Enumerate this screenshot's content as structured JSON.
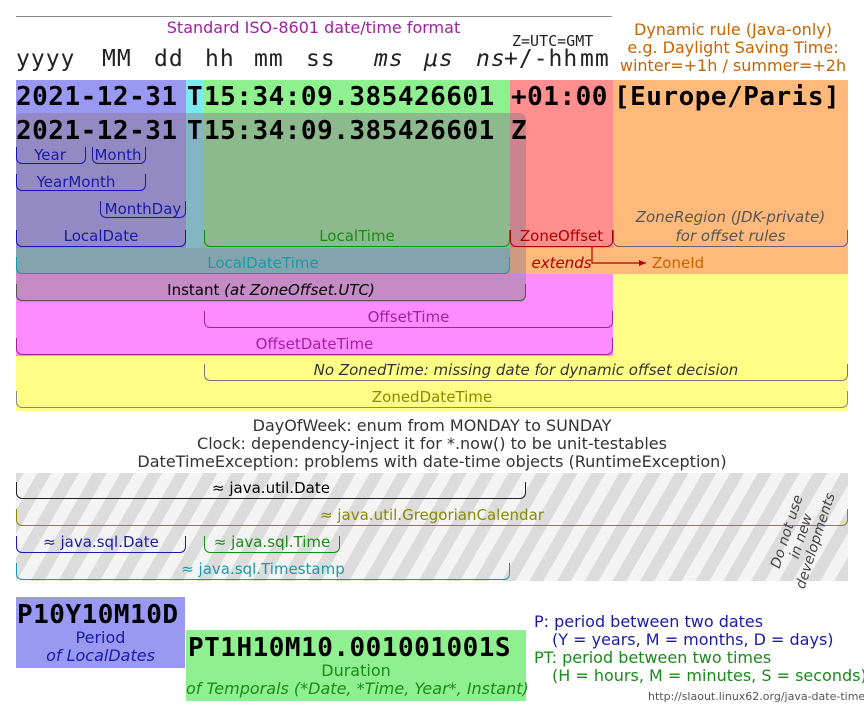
{
  "header": {
    "iso_title": "Standard ISO-8601 date/time format",
    "zone_note": "Z=UTC=GMT",
    "dynamic_rule_line1": "Dynamic rule (Java-only)",
    "dynamic_rule_line2": "e.g. Daylight Saving Time:",
    "dynamic_rule_line3": "winter=+1h  / summer=+2h"
  },
  "format": {
    "yyyy": "yyyy",
    "MM": "MM",
    "dd": "dd",
    "hh": "hh",
    "mm": "mm",
    "ss": "ss",
    "ms": "ms",
    "us": "μs",
    "ns": "ns",
    "sign_hh": "+/-hh",
    "off_mm": "mm"
  },
  "examples": {
    "row1_date": "2021-12-31",
    "row1_t": "T",
    "row1_time": "15:34:09.385426601",
    "row1_offset": "+01:00",
    "row1_zone": "[Europe/Paris]",
    "row2_date": "2021-12-31",
    "row2_t": "T",
    "row2_time": "15:34:09.385426601",
    "row2_z": "Z"
  },
  "classes": {
    "year": "Year",
    "month": "Month",
    "year_month": "YearMonth",
    "month_day": "MonthDay",
    "local_date": "LocalDate",
    "local_time": "LocalTime",
    "zone_offset": "ZoneOffset",
    "zone_region_line1": "ZoneRegion (JDK-private)",
    "zone_region_line2": "for offset rules",
    "local_date_time": "LocalDateTime",
    "extends": "extends",
    "zone_id": "ZoneId",
    "instant_main": "Instant ",
    "instant_note": "(at ZoneOffset.UTC)",
    "offset_time": "OffsetTime",
    "offset_date_time": "OffsetDateTime",
    "no_zoned_time": "No ZonedTime: missing date for dynamic offset decision",
    "zoned_date_time": "ZonedDateTime"
  },
  "notes": {
    "day_of_week": "DayOfWeek: enum from MONDAY to SUNDAY",
    "clock": "Clock: dependency-inject it for *.now() to be unit-testables",
    "exception": "DateTimeException: problems with date-time objects (RuntimeException)"
  },
  "legacy": {
    "util_date": "≈ java.util.Date",
    "gregorian": "≈ java.util.GregorianCalendar",
    "sql_date": "≈ java.sql.Date",
    "sql_time": "≈ java.sql.Time",
    "sql_timestamp": "≈ java.sql.Timestamp",
    "warning_line1": "Do not use",
    "warning_line2": "in new",
    "warning_line3": "developments"
  },
  "period": {
    "example": "P10Y10M10D",
    "name": "Period",
    "sub": "of LocalDates",
    "desc1": "P: period between two dates",
    "desc2": "(Y = years, M = months, D = days)"
  },
  "duration": {
    "example": "PT1H10M10.001001001S",
    "name": "Duration",
    "sub": "of Temporals (*Date, *Time, Year*, Instant)",
    "desc1": "PT: period between two times",
    "desc2": "(H = hours, M = minutes, S = seconds)"
  },
  "footer": {
    "url": "http://slaout.linux62.org/java-date-time"
  },
  "colors": {
    "date_blue": "#9999f2",
    "time_green": "#8ff08f",
    "cyan": "#7ce8f0",
    "offset_red": "#ff8f8f",
    "zone_orange": "#ffb97a",
    "instant": "#c48bc4",
    "magenta": "#ff8cff",
    "yellow": "#ffff88",
    "navy": "#1a1aa8",
    "green_text": "#1a8a1a",
    "teal_text": "#1a9aa8",
    "orange_text": "#c86400",
    "magenta_text": "#a020a0"
  }
}
